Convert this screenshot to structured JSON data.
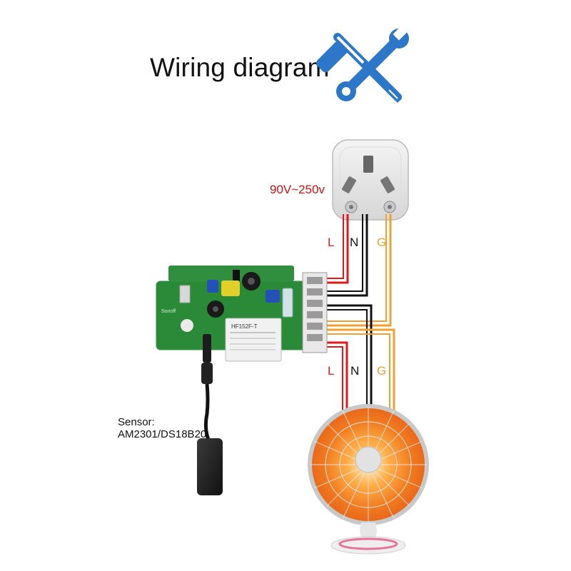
{
  "title": "Wiring diagram",
  "icon": "tools-icon",
  "supply": {
    "voltage": "90V~250v"
  },
  "wires_top": {
    "live": "L",
    "neutral": "N",
    "ground": "G"
  },
  "wires_bottom": {
    "live": "L",
    "neutral": "N",
    "ground": "G"
  },
  "sensor": {
    "label": "Sensor:",
    "models": "AM2301/DS18B20"
  },
  "relay": {
    "model": "HF152F-T",
    "board": "Sonoff"
  },
  "colors": {
    "live": "#e01818",
    "neutral": "#111111",
    "ground": "#f0a030",
    "accent": "#2d77c8"
  }
}
